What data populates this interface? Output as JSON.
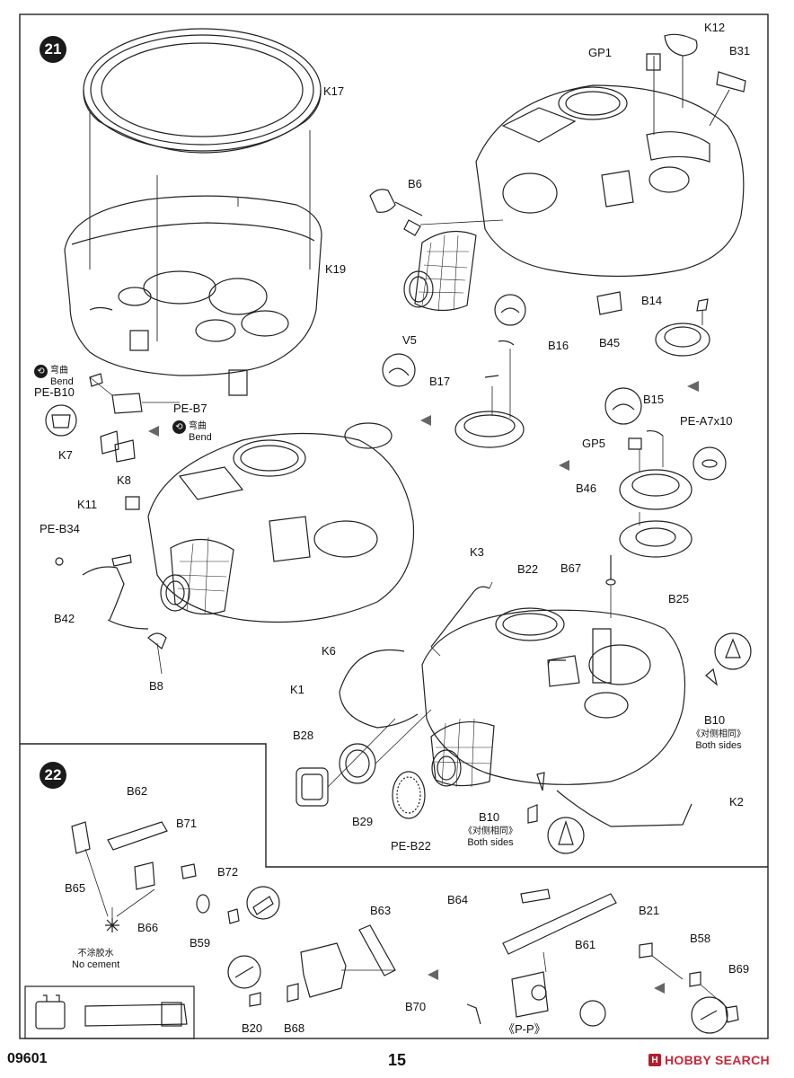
{
  "steps": {
    "step21": "21",
    "step22": "22"
  },
  "labels": {
    "K17": "K17",
    "K19": "K19",
    "K12": "K12",
    "GP1": "GP1",
    "B31": "B31",
    "B6": "B6",
    "V5": "V5",
    "B14": "B14",
    "B45": "B45",
    "B16": "B16",
    "B17": "B17",
    "B15": "B15",
    "PE_A7x10": "PE-A7x10",
    "GP5": "GP5",
    "B46": "B46",
    "PE_B10": "PE-B10",
    "PE_B7": "PE-B7",
    "K7": "K7",
    "K8": "K8",
    "K11": "K11",
    "PE_B34": "PE-B34",
    "B42": "B42",
    "B8": "B8",
    "K6": "K6",
    "K3": "K3",
    "B22": "B22",
    "B67": "B67",
    "B25": "B25",
    "K1": "K1",
    "B10_right": "B10",
    "B28": "B28",
    "B29": "B29",
    "PE_B22": "PE-B22",
    "B10_bottom": "B10",
    "K2": "K2",
    "B62": "B62",
    "B71": "B71",
    "B65": "B65",
    "B66": "B66",
    "B72": "B72",
    "B59": "B59",
    "B63": "B63",
    "B20": "B20",
    "B68": "B68",
    "B64": "B64",
    "B61": "B61",
    "B21": "B21",
    "B58": "B58",
    "B69": "B69",
    "B70": "B70",
    "PP": "《P-P》"
  },
  "notes": {
    "bend_cn": "弯曲",
    "bend_en": "Bend",
    "both_sides_cn": "《对侧相同》",
    "both_sides_en": "Both sides",
    "no_cement_cn": "不涂胶水",
    "no_cement_en": "No cement"
  },
  "footer": {
    "code": "09601",
    "page": "15",
    "watermark": "HOBBY SEARCH",
    "watermark_logo": "H"
  },
  "colors": {
    "line": "#222222",
    "accent": "#c8283a"
  }
}
